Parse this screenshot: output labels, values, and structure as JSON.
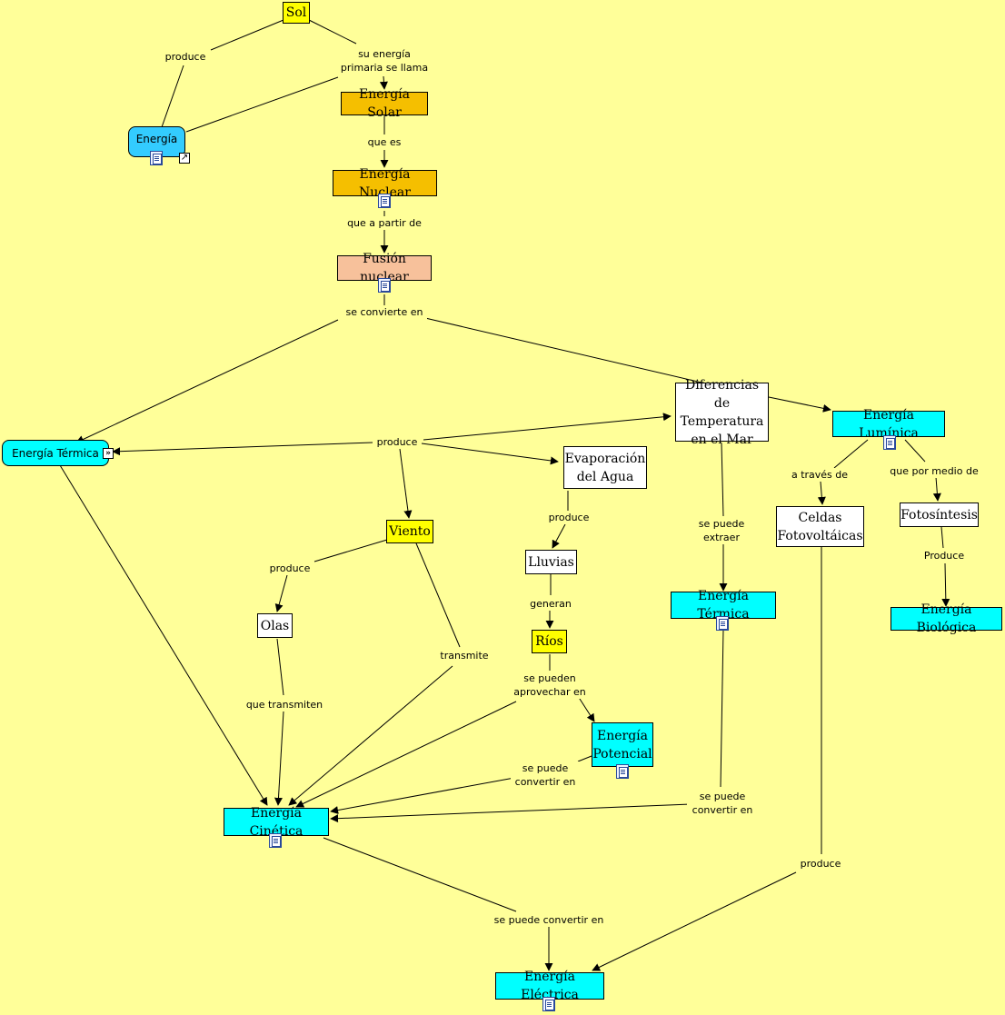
{
  "concepts": {
    "sol": "Sol",
    "energia": "Energía",
    "energia_solar": "Energía Solar",
    "energia_nuclear": "Energía Nuclear",
    "fusion_nuclear": "Fusión nuclear",
    "energia_termica_left": "Energía Térmica",
    "diferencias": "Diferencias de Temperatura en el Mar",
    "energia_luminica": "Energía Lumínica",
    "evaporacion": "Evaporación del Agua",
    "viento": "Viento",
    "celdas": "Celdas Fotovoltáicas",
    "fotosintesis": "Fotosíntesis",
    "lluvias": "Lluvias",
    "energia_termica_right": "Energía Térmica",
    "energia_biologica": "Energía Biológica",
    "olas": "Olas",
    "rios": "Ríos",
    "energia_potencial": "Energía Potencial",
    "energia_cinetica": "Energía Cinética",
    "energia_electrica": "Energía Eléctrica"
  },
  "links": {
    "produce_sol": "produce",
    "su_energia": "su energía primaria se llama",
    "que_es": "que es",
    "que_a_partir": "que a partir de",
    "se_convierte": "se convierte en",
    "produce_termica": "produce",
    "a_traves": "a través de",
    "que_por_medio": "que por medio de",
    "produce_evap": "produce",
    "produce_viento": "produce",
    "se_puede_extraer": "se puede extraer",
    "produce_foto": "Produce",
    "generan": "generan",
    "transmite": "transmite",
    "que_transmiten": "que transmiten",
    "se_pueden_aprovechar": "se pueden aprovechar en",
    "se_puede_convertir_pot": "se puede convertir en",
    "se_puede_convertir_ter": "se puede convertir en",
    "produce_celdas": "produce",
    "se_puede_convertir_cin": "se puede convertir en"
  },
  "icons": {
    "resource": "resource-doc-icon",
    "link": "shortcut-link-icon",
    "submap": "nested-map-icon"
  },
  "colors": {
    "background": "#ffff99",
    "yellow": "#ffff00",
    "orange": "#f5bf00",
    "salmon": "#f7c19b",
    "cyan": "#00ffff",
    "blue": "#33ccff"
  }
}
